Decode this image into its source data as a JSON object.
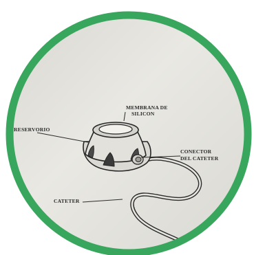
{
  "figure": {
    "ring_color": "#38a65c",
    "paper_color": "#e2e1dc",
    "ink_color": "#222222"
  },
  "labels": {
    "membrane_line1": "MEMBRANA DE",
    "membrane_line2": "SILICON",
    "reservoir": "RESERVORIO",
    "connector_line1": "CONECTOR",
    "connector_line2": "DEL CATETER",
    "catheter": "CATETER"
  }
}
